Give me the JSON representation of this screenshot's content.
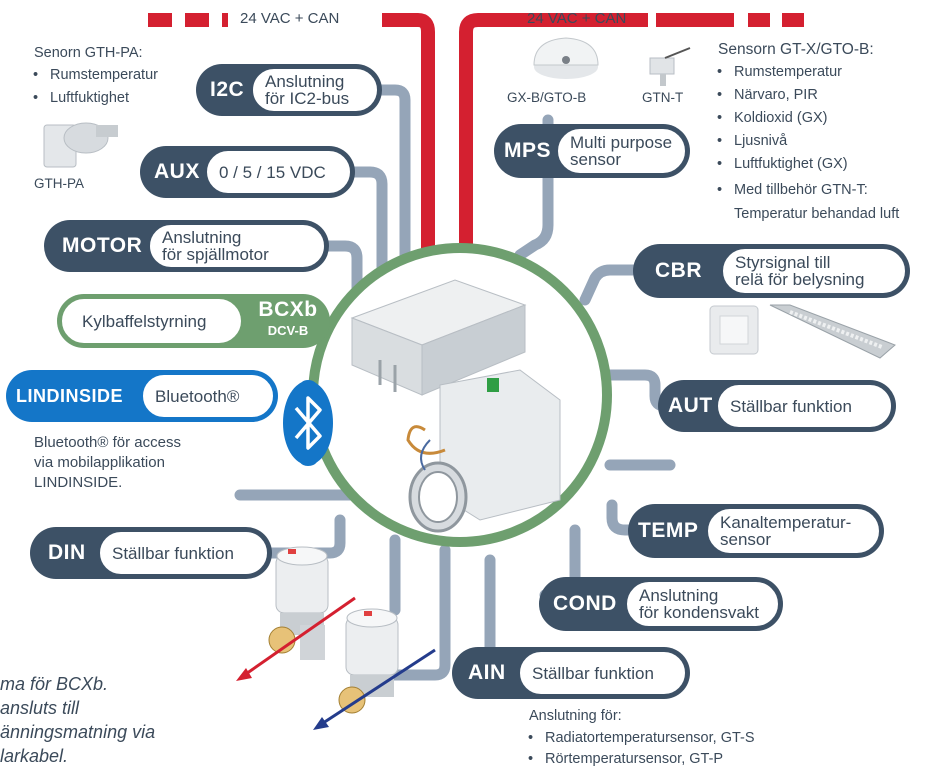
{
  "power": {
    "left_label": "24 VAC + CAN",
    "right_label": "24 VAC + CAN"
  },
  "colors": {
    "dark": "#3d5166",
    "green": "#6e9f6f",
    "blue": "#1476c8",
    "red": "#d42030",
    "wire": "#95a5b8"
  },
  "modules": {
    "i2c": {
      "code": "I2C",
      "text_1": "Anslutning",
      "text_2": "för IC2-bus"
    },
    "aux": {
      "code": "AUX",
      "text_1": "0 / 5 / 15 VDC"
    },
    "motor": {
      "code": "MOTOR",
      "text_1": "Anslutning",
      "text_2": "för spjällmotor"
    },
    "bcxb": {
      "code": "BCXb",
      "sub": "DCV-B",
      "text_1": "Kylbaffelstyrning"
    },
    "lindinside": {
      "code": "LINDINSIDE",
      "text_1": "Bluetooth®"
    },
    "din": {
      "code": "DIN",
      "text_1": "Ställbar funktion"
    },
    "mps": {
      "code": "MPS",
      "text_1": "Multi purpose",
      "text_2": "sensor"
    },
    "cbr": {
      "code": "CBR",
      "text_1": "Styrsignal till",
      "text_2": "relä för belysning"
    },
    "aut": {
      "code": "AUT",
      "text_1": "Ställbar funktion"
    },
    "temp": {
      "code": "TEMP",
      "text_1": "Kanaltemperatur-",
      "text_2": "sensor"
    },
    "cond": {
      "code": "COND",
      "text_1": "Anslutning",
      "text_2": "för kondensvakt"
    },
    "ain": {
      "code": "AIN",
      "text_1": "Ställbar funktion"
    }
  },
  "gth_sensor": {
    "title": "Senorn GTH-PA:",
    "items": [
      "Rumstemperatur",
      "Luftfuktighet"
    ],
    "device_label": "GTH-PA"
  },
  "gtx_sensor": {
    "title": "Sensorn GT-X/GTO-B:",
    "items": [
      "Rumstemperatur",
      "Närvaro, PIR",
      "Koldioxid (GX)",
      "Ljusnivå",
      "Luftfuktighet (GX)",
      "Med tillbehör GTN-T:"
    ],
    "extra_line": "Temperatur behandad luft"
  },
  "device_labels": {
    "gx": "GX-B/GTO-B",
    "gtn": "GTN-T"
  },
  "bluetooth_note": {
    "line_1": "Bluetooth® för access",
    "line_2": "via mobilapplikation",
    "line_3": "LINDINSIDE."
  },
  "ain_note": {
    "title": "Anslutning för:",
    "items": [
      "Radiatortemperatursensor, GT-S",
      "Rörtemperatursensor, GT-P"
    ]
  },
  "italic_note": {
    "line_1": "ma för BCXb.",
    "line_2": "ansluts till",
    "line_3": "änningsmatning via",
    "line_4": "larkabel."
  }
}
